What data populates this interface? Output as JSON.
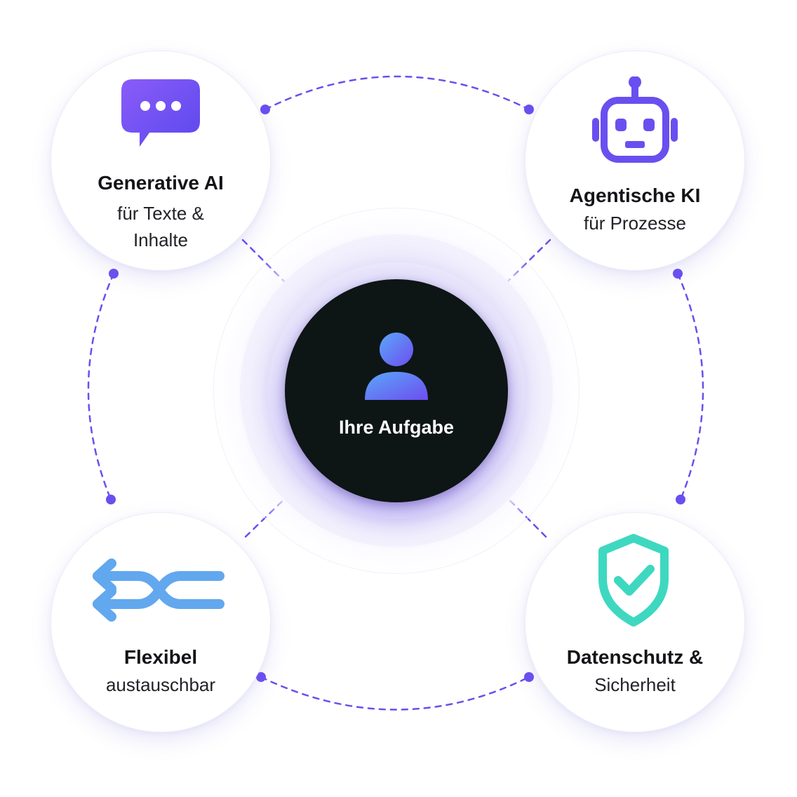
{
  "center": {
    "label": "Ihre Aufgabe",
    "icon": "user-icon"
  },
  "nodes": [
    {
      "title": "Generative AI",
      "subtitle": "für Texte & Inhalte",
      "icon": "chat-bubble-icon"
    },
    {
      "title": "Agentische KI",
      "subtitle": "für Prozesse",
      "icon": "robot-icon"
    },
    {
      "title": "Flexibel",
      "subtitle": "austauschbar",
      "icon": "shuffle-arrows-icon"
    },
    {
      "title": "Datenschutz &",
      "subtitle": "Sicherheit",
      "icon": "shield-check-icon"
    }
  ],
  "colors": {
    "accent": "#6a4ff0",
    "center_fill": "#0e1515",
    "icon_blue": "#62a8ee",
    "icon_teal": "#3ed8c0"
  }
}
